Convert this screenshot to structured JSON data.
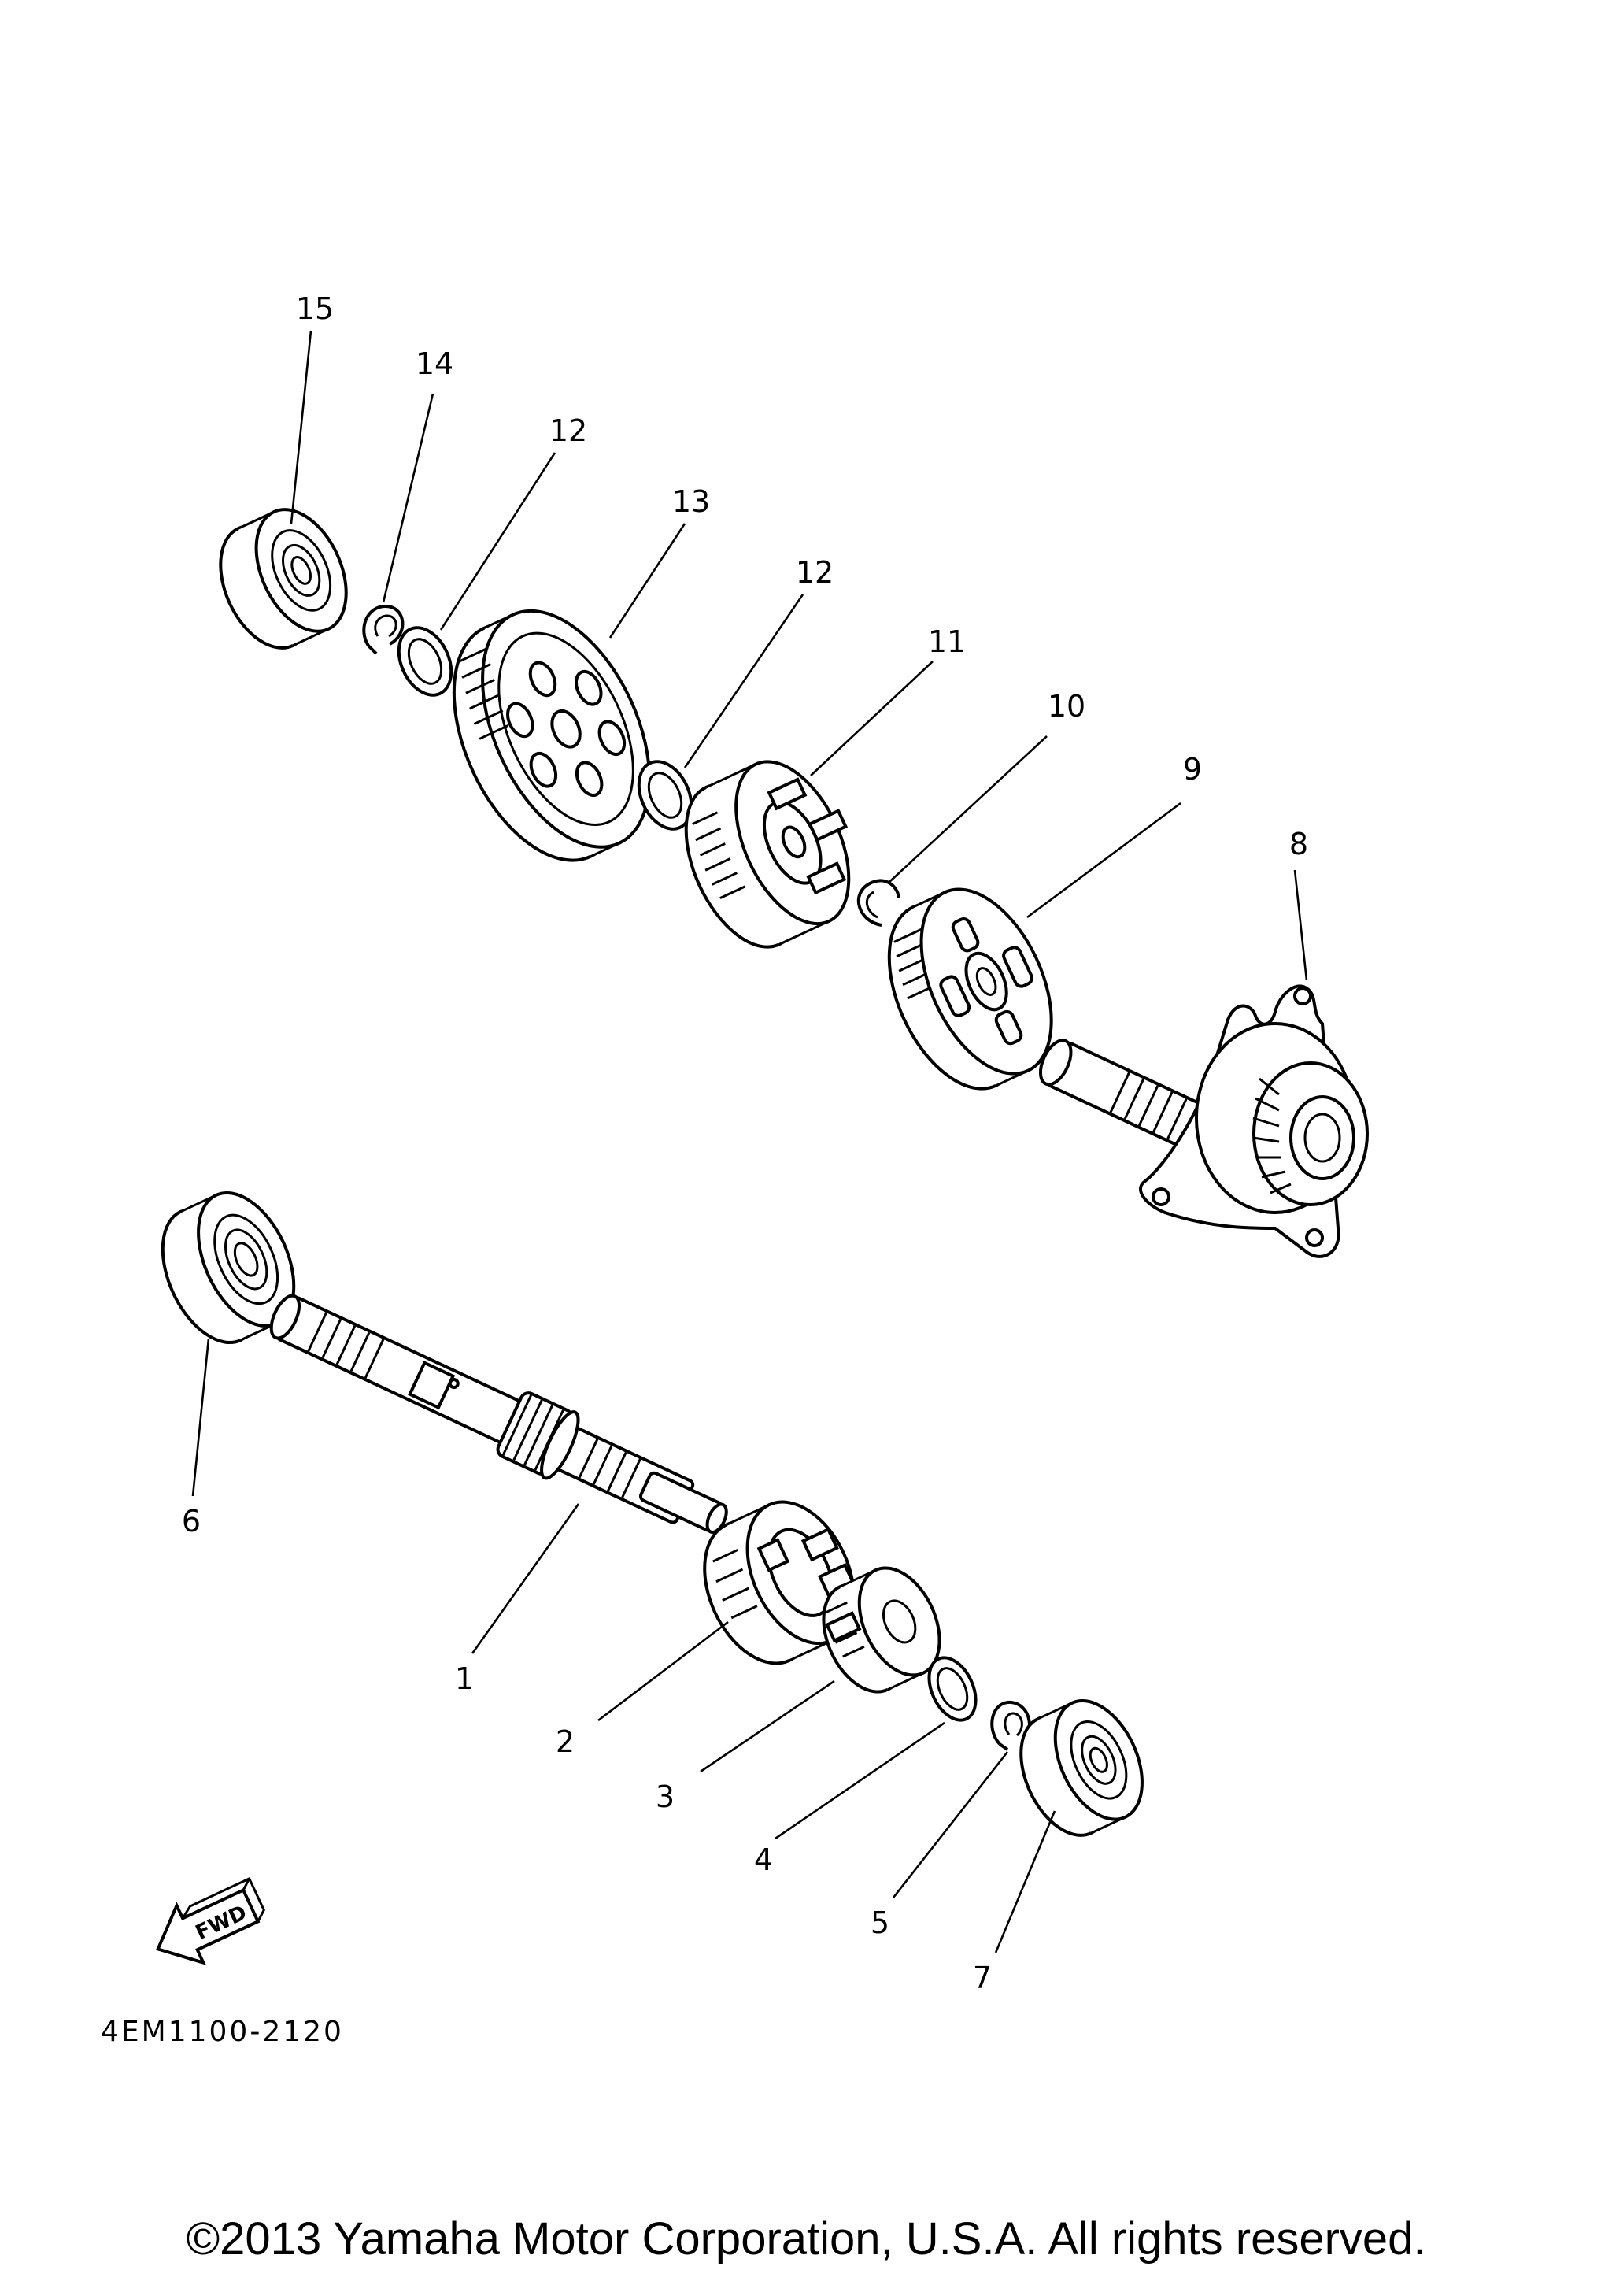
{
  "labels": {
    "l1": "1",
    "l2": "2",
    "l3": "3",
    "l4": "4",
    "l5": "5",
    "l6": "6",
    "l7": "7",
    "l8": "8",
    "l9": "9",
    "l10": "10",
    "l11": "11",
    "l12a": "12",
    "l12b": "12",
    "l13": "13",
    "l14": "14",
    "l15": "15"
  },
  "fwd_text": "FWD",
  "diagram_code": "4EM1100-2120",
  "copyright": "©2013 Yamaha Motor Corporation, U.S.A. All rights reserved."
}
